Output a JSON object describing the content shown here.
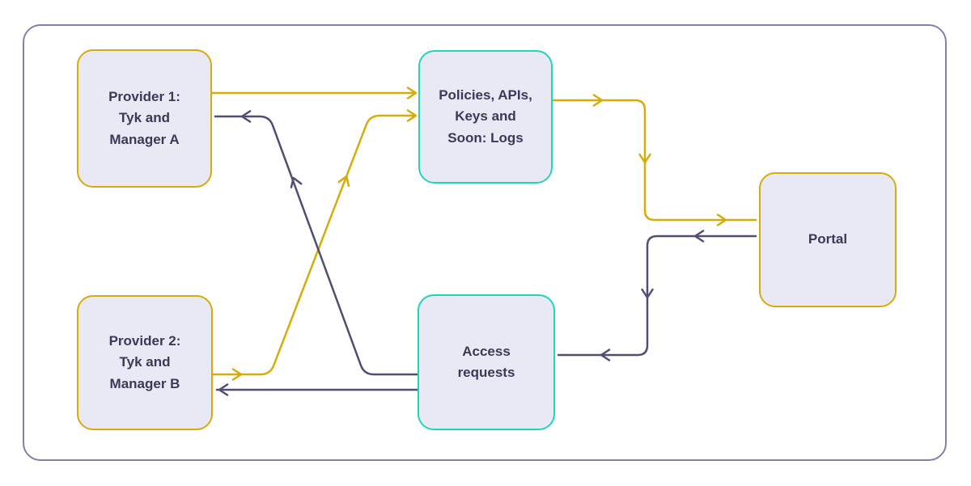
{
  "diagram": {
    "type": "flowchart",
    "nodes": [
      {
        "id": "provider-1",
        "label": "Provider 1:\nTyk and\nManager A",
        "border_color": "#D4AC0B"
      },
      {
        "id": "policies-apis-keys-logs",
        "label": "Policies, APIs,\nKeys and\nSoon: Logs",
        "border_color": "#21D6B5"
      },
      {
        "id": "portal",
        "label": "Portal",
        "border_color": "#D4AC0B"
      },
      {
        "id": "provider-2",
        "label": "Provider 2:\nTyk and\nManager B",
        "border_color": "#D4AC0B"
      },
      {
        "id": "access-requests",
        "label": "Access\nrequests",
        "border_color": "#21D6B5"
      }
    ],
    "edges": [
      {
        "from": "provider-1",
        "to": "policies-apis-keys-logs",
        "color": "#D4AC0B"
      },
      {
        "from": "provider-2",
        "to": "policies-apis-keys-logs",
        "color": "#D4AC0B"
      },
      {
        "from": "policies-apis-keys-logs",
        "to": "portal",
        "color": "#D4AC0B"
      },
      {
        "from": "portal",
        "to": "access-requests",
        "color": "#514E72"
      },
      {
        "from": "access-requests",
        "to": "provider-1",
        "color": "#514E72"
      },
      {
        "from": "access-requests",
        "to": "provider-2",
        "color": "#514E72"
      }
    ],
    "colors": {
      "gold": "#D4AC0B",
      "teal": "#21D6B5",
      "slate": "#514E72",
      "node_fill": "#E9E9F5",
      "frame_border": "#8181A5",
      "text": "#3B3957",
      "background": "#FFFFFF"
    }
  }
}
